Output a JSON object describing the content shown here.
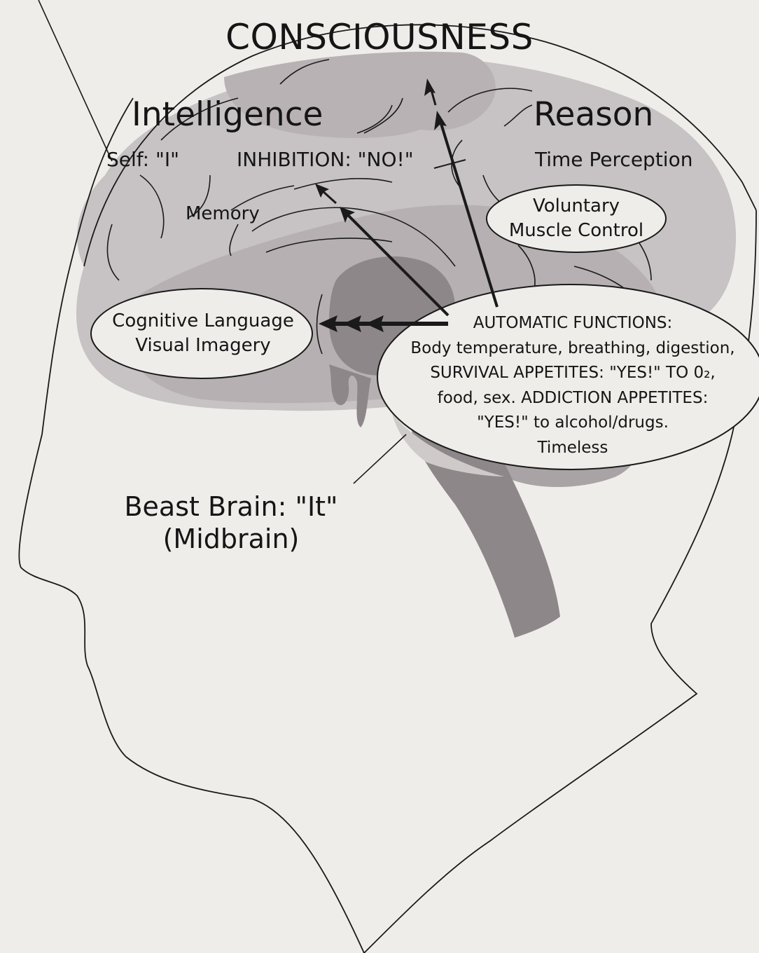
{
  "diagram": {
    "title": "CONSCIOUSNESS",
    "headings": {
      "intelligence": "Intelligence",
      "reason": "Reason"
    },
    "labels": {
      "self": "Self: \"I\"",
      "inhibition": "INHIBITION: \"NO!\"",
      "time_perception": "Time Perception",
      "memory": "Memory",
      "voluntary_line1": "Voluntary",
      "voluntary_line2": "Muscle Control",
      "cognitive_line1": "Cognitive Language",
      "cognitive_line2": "Visual Imagery"
    },
    "automatic_functions": [
      "AUTOMATIC FUNCTIONS:",
      "Body temperature, breathing, digestion,",
      "SURVIVAL APPETITES: \"YES!\" TO 0₂,",
      "food, sex. ADDICTION APPETITES:",
      "\"YES!\" to alcohol/drugs.",
      "Timeless"
    ],
    "beast_brain": {
      "line1": "Beast Brain: \"It\"",
      "line2": "(Midbrain)"
    },
    "colors": {
      "background": "#efedea",
      "brain_light": "#c7c2c3",
      "brain_mid": "#a9a3a5",
      "brainstem": "#8e8789",
      "outline": "#1a1a1a"
    }
  }
}
